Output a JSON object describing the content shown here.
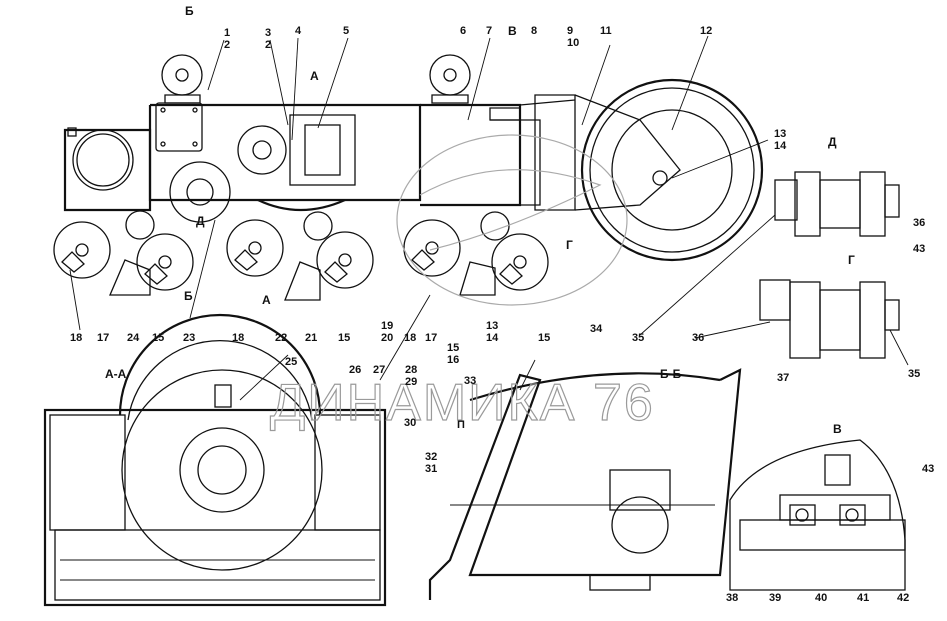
{
  "watermark": "ДИНАМИКА 76",
  "view_titles": {
    "section_aa": "А-А",
    "section_bb": "Б-Б",
    "view_v": "В",
    "view_g": "Г",
    "view_d": "Д"
  },
  "markers": {
    "b_top": "Б",
    "a_top": "А",
    "v_top": "В",
    "d_mid": "Д",
    "b_bottom": "Б",
    "a_bottom": "А",
    "g_mid": "Г"
  },
  "callouts": [
    {
      "text": "1"
    },
    {
      "text": "2"
    },
    {
      "text": "3"
    },
    {
      "text": "2"
    },
    {
      "text": "4"
    },
    {
      "text": "5"
    },
    {
      "text": "6"
    },
    {
      "text": "7"
    },
    {
      "text": "8"
    },
    {
      "text": "9"
    },
    {
      "text": "10"
    },
    {
      "text": "11"
    },
    {
      "text": "12"
    },
    {
      "text": "13"
    },
    {
      "text": "14"
    },
    {
      "text": "36"
    },
    {
      "text": "43"
    },
    {
      "text": "18"
    },
    {
      "text": "17"
    },
    {
      "text": "24"
    },
    {
      "text": "15"
    },
    {
      "text": "23"
    },
    {
      "text": "18"
    },
    {
      "text": "22"
    },
    {
      "text": "21"
    },
    {
      "text": "15"
    },
    {
      "text": "19"
    },
    {
      "text": "20"
    },
    {
      "text": "18"
    },
    {
      "text": "17"
    },
    {
      "text": "15"
    },
    {
      "text": "16"
    },
    {
      "text": "13"
    },
    {
      "text": "14"
    },
    {
      "text": "15"
    },
    {
      "text": "35"
    },
    {
      "text": "36"
    },
    {
      "text": "37"
    },
    {
      "text": "35"
    },
    {
      "text": "25"
    },
    {
      "text": "26"
    },
    {
      "text": "27"
    },
    {
      "text": "28"
    },
    {
      "text": "29"
    },
    {
      "text": "30"
    },
    {
      "text": "34"
    },
    {
      "text": "33"
    },
    {
      "text": "П"
    },
    {
      "text": "32"
    },
    {
      "text": "31"
    },
    {
      "text": "43"
    },
    {
      "text": "38"
    },
    {
      "text": "39"
    },
    {
      "text": "40"
    },
    {
      "text": "41"
    },
    {
      "text": "42"
    }
  ]
}
